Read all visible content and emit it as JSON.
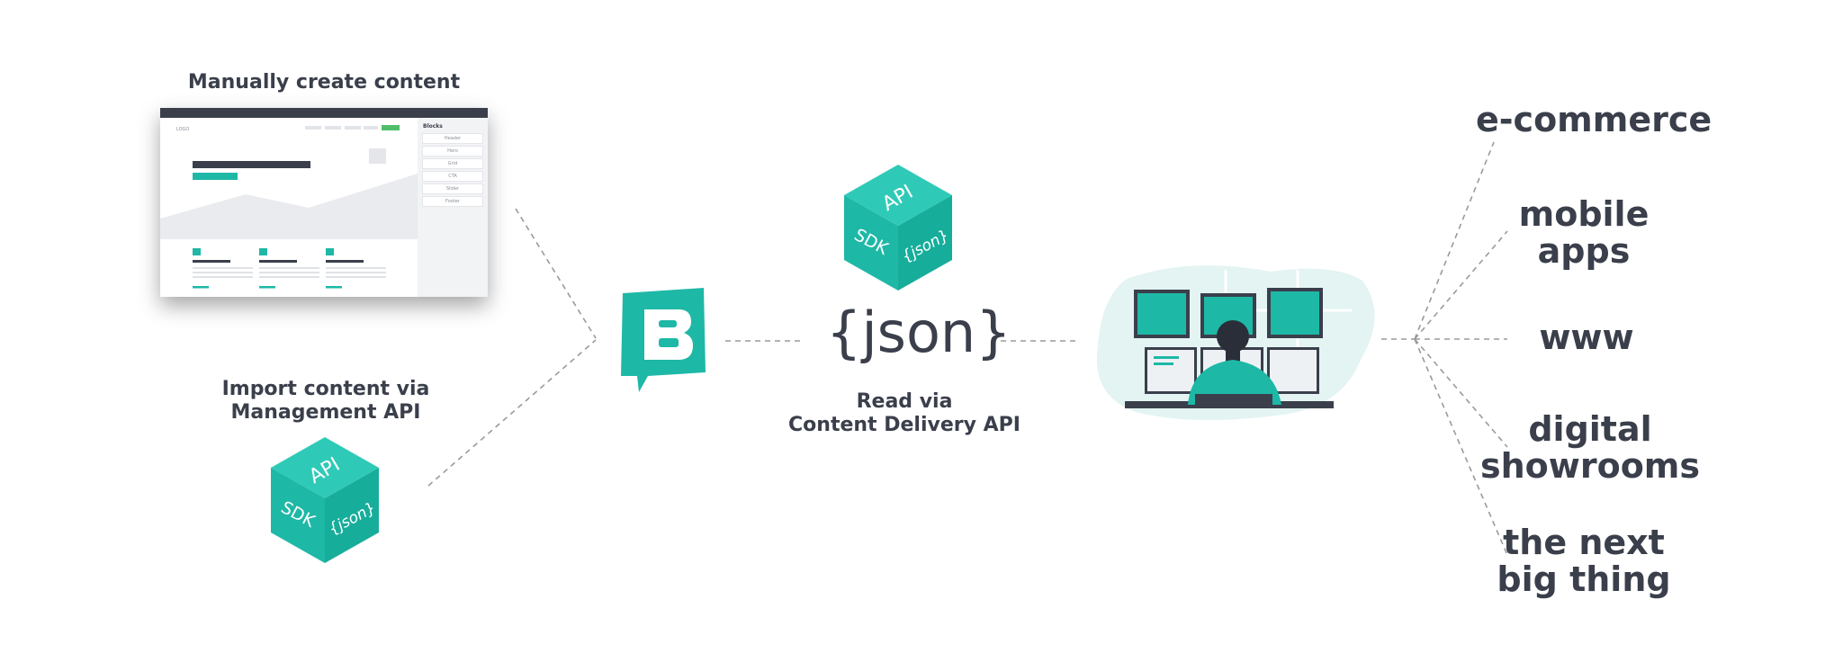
{
  "sources": {
    "manual_label": "Manually create content",
    "import_label_line1": "Import content via",
    "import_label_line2": "Management API"
  },
  "mockup": {
    "logo": "LOGO",
    "sidebar_title": "Blocks",
    "blocks": [
      "Header",
      "Hero",
      "Grid",
      "CTA",
      "Slider",
      "Footer"
    ]
  },
  "cube": {
    "top": "API",
    "left": "SDK",
    "right": "{json}"
  },
  "center": {
    "json_label": "{json}",
    "read_label_line1": "Read via",
    "read_label_line2": "Content Delivery API"
  },
  "targets": [
    {
      "line1": "e-commerce",
      "line2": ""
    },
    {
      "line1": "mobile",
      "line2": "apps"
    },
    {
      "line1": "www",
      "line2": ""
    },
    {
      "line1": "digital",
      "line2": "showrooms"
    },
    {
      "line1": "the next",
      "line2": "big thing"
    }
  ],
  "colors": {
    "teal": "#1eb8a6",
    "teal_dark": "#0f9e8e",
    "teal_light": "#2fcab7",
    "text": "#3a3f4b",
    "dashed_line": "#9a9a9a"
  },
  "icons": {
    "brand": "storyblok-logo-icon",
    "developer": "developer-workstation-illustration"
  }
}
